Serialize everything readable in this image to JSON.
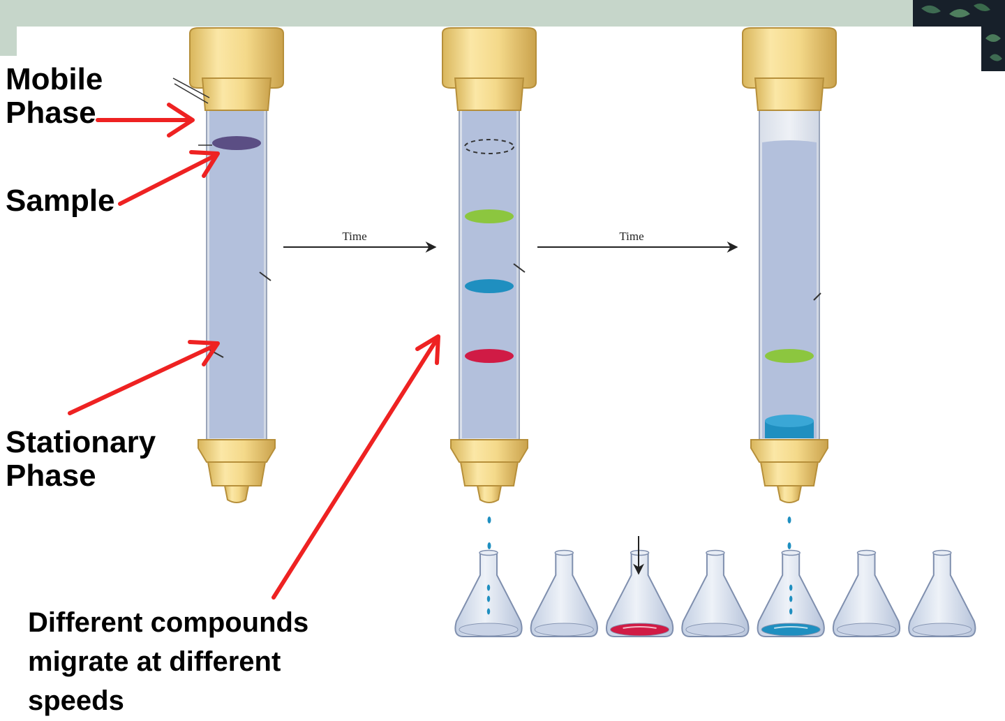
{
  "labels": {
    "mobile_phase": [
      "Mobile",
      "Phase"
    ],
    "sample": "Sample",
    "stationary_phase": [
      "Stationary",
      "Phase"
    ],
    "different_compounds": [
      "Different compounds",
      "migrate at different",
      "speeds"
    ],
    "time_1": "Time",
    "time_2": "Time"
  },
  "colors": {
    "stationary_phase": "#b3c0dc",
    "cap": "#f4d98a",
    "arrow": "#ee2222",
    "sample_band": "#5b4e84",
    "green_band": "#8cc63f",
    "blue_band": "#1f8fc0",
    "red_band": "#d01b45",
    "header_bar": "#c6d6ca"
  },
  "columns": [
    {
      "name": "column-initial",
      "bands": [
        "sample"
      ]
    },
    {
      "name": "column-separating",
      "bands": [
        "green",
        "blue",
        "red"
      ]
    },
    {
      "name": "column-eluting",
      "bands": [
        "green",
        "blue"
      ]
    }
  ],
  "flasks": [
    {
      "contents": "empty"
    },
    {
      "contents": "empty"
    },
    {
      "contents": "red"
    },
    {
      "contents": "empty"
    },
    {
      "contents": "blue"
    },
    {
      "contents": "empty"
    },
    {
      "contents": "empty"
    }
  ]
}
